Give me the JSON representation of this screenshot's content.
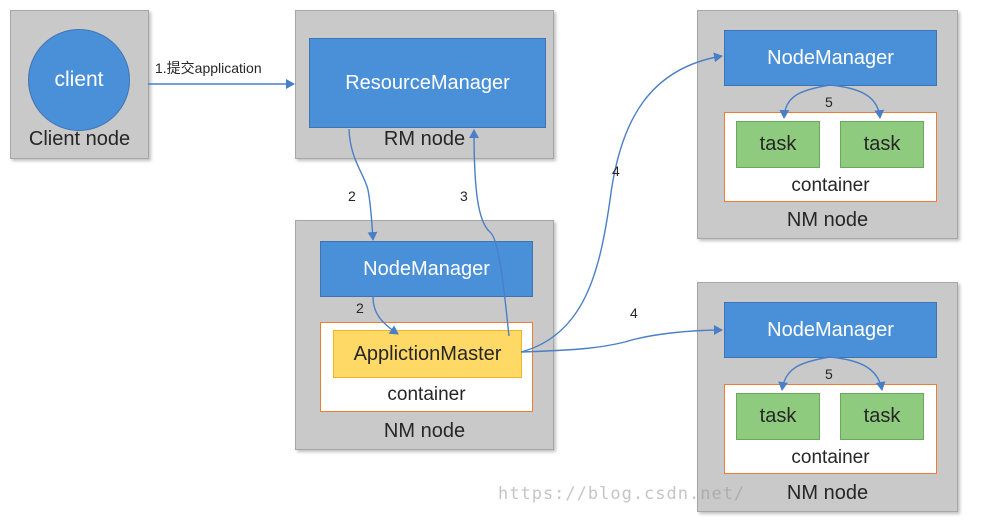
{
  "client_node": {
    "circle_label": "client",
    "label": "Client node"
  },
  "rm_node": {
    "box_label": "ResourceManager",
    "label": "RM node"
  },
  "nm_main": {
    "box_label": "NodeManager",
    "am_label": "ApplictionMaster",
    "container_label": "container",
    "label": "NM node"
  },
  "nm_top": {
    "box_label": "NodeManager",
    "task1": "task",
    "task2": "task",
    "container_label": "container",
    "label": "NM node"
  },
  "nm_bottom": {
    "box_label": "NodeManager",
    "task1": "task",
    "task2": "task",
    "container_label": "container",
    "label": "NM node"
  },
  "steps": {
    "s1": "1.提交application",
    "s2a": "2",
    "s2b": "2",
    "s3": "3",
    "s4a": "4",
    "s4b": "4",
    "s5a": "5",
    "s5b": "5"
  },
  "watermark": "https://blog.csdn.net/",
  "colors": {
    "node_bg": "#c9c9c9",
    "blue": "#4a90d9",
    "task_green": "#8fcb7f",
    "am_yellow": "#ffd966",
    "container_border": "#ed7d31",
    "arrow": "#4a7fc7"
  }
}
